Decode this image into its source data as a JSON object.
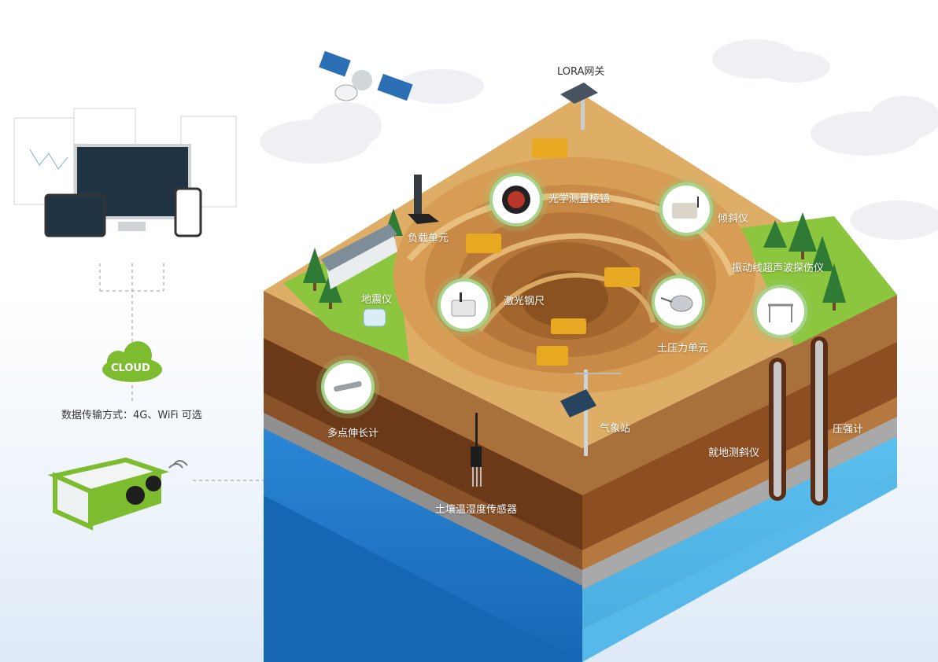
{
  "labels": {
    "lora_gateway": "LORA网关",
    "optical_prism": "光学测量棱镜",
    "inclinometer": "倾斜仪",
    "load_cell": "负载单元",
    "vibrating_wire": "振动线超声波探伤仪",
    "seismometer": "地震仪",
    "laser_ruler": "激光钢尺",
    "earth_pressure_cell": "土压力单元",
    "extensometer": "多点伸长计",
    "weather_station": "气象站",
    "in_place_inclinometer": "就地测斜仪",
    "piezometer": "压强计",
    "soil_sensor": "土壤温湿度传感器"
  },
  "cloud": {
    "label": "CLOUD"
  },
  "transmission": {
    "caption": "数据传输方式：4G、WiFi 可选"
  },
  "colors": {
    "accent_green": "#7dbb2f",
    "sand": "#d4a35e",
    "water_blue": "#2b86d6"
  }
}
